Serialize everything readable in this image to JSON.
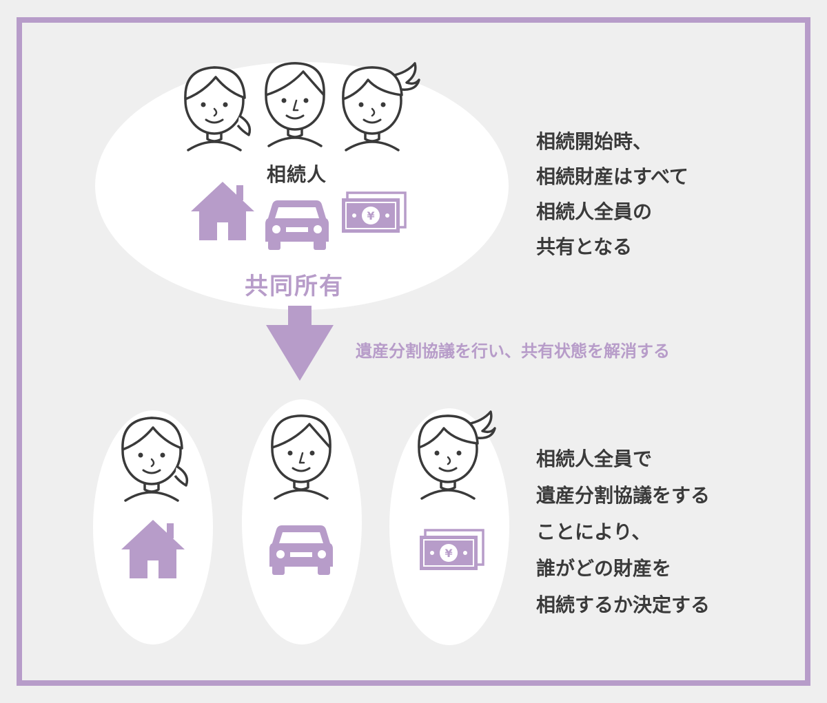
{
  "colors": {
    "accent": "#b79cc9",
    "text": "#3a3a3a",
    "background": "#efefef",
    "bubble": "#ffffff"
  },
  "top_group": {
    "heirs_label": "相続人",
    "co_ownership_label": "共同所有",
    "people": [
      "girl-icon",
      "boy-icon",
      "girl-ponytail-icon"
    ],
    "assets": [
      "house-icon",
      "car-icon",
      "yen-cash-icon"
    ]
  },
  "arrow": {
    "caption": "遺産分割協議を行い、共有状態を解消する"
  },
  "top_description": {
    "lines": [
      "相続開始時、",
      "相続財産はすべて",
      "相続人全員の",
      "共有となる"
    ]
  },
  "bottom_groups": [
    {
      "person": "girl-icon",
      "asset": "house-icon"
    },
    {
      "person": "boy-icon",
      "asset": "car-icon"
    },
    {
      "person": "girl-ponytail-icon",
      "asset": "yen-cash-icon"
    }
  ],
  "bottom_description": {
    "lines": [
      "相続人全員で",
      "遺産分割協議をする",
      "ことにより、",
      "誰がどの財産を",
      "相続するか決定する"
    ]
  }
}
